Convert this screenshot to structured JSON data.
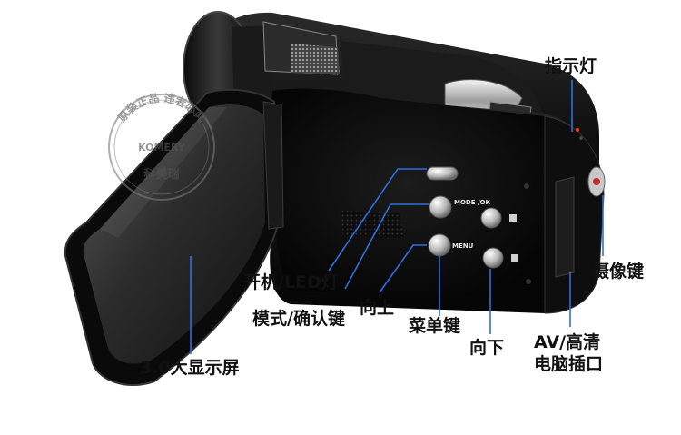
{
  "watermark": {
    "top_text": "原装正品 违者必究",
    "brand": "KOMERY",
    "bottom_text": "科美瑞"
  },
  "device_labels": {
    "mode_button": "MODE /OK",
    "menu_button": "MENU"
  },
  "callouts": {
    "indicator_light": "指示灯",
    "record_key": "摄像键",
    "av_hd_port_line1": "AV/高清",
    "av_hd_port_line2": "电脑插口",
    "power_led": "开机/LED灯",
    "mode_confirm": "模式/确认键",
    "up": "向上",
    "menu_key": "菜单键",
    "down": "向下",
    "display": "3.0大显示屏"
  },
  "colors": {
    "callout_line": "#2f6fe0",
    "camera_body": "#141414",
    "text": "#111111",
    "watermark": "#7a7a7a"
  }
}
